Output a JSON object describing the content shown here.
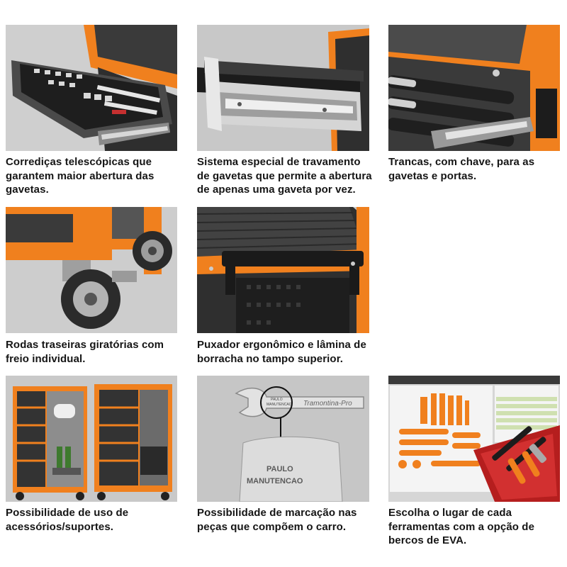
{
  "colors": {
    "orange": "#f0801e",
    "panel_bg": "#c9c9c9",
    "dark": "#2b2b2b",
    "text": "#151515"
  },
  "features": [
    {
      "id": "telescopic-slides",
      "icon": "drawer-open-illustration",
      "caption": [
        "Corrediças telescópicas que",
        "garantem maior abertura das",
        "gavetas."
      ]
    },
    {
      "id": "drawer-lock-system",
      "icon": "drawer-slide-illustration",
      "caption": [
        "Sistema especial de travamento",
        "de gavetas que permite a abertura",
        "de apenas uma gaveta por vez."
      ]
    },
    {
      "id": "key-locks",
      "icon": "lock-illustration",
      "caption": [
        "Trancas, com chave, para as",
        "gavetas e portas."
      ]
    },
    {
      "id": "swivel-wheels",
      "icon": "caster-wheel-illustration",
      "caption": [
        "Rodas traseiras giratórias com",
        "freio individual."
      ]
    },
    {
      "id": "ergonomic-handle",
      "icon": "handle-illustration",
      "caption": [
        "Puxador ergonômico e lâmina de",
        "borracha no tampo superior."
      ]
    },
    {
      "id": "accessories",
      "icon": "cart-accessories-illustration",
      "caption": [
        "Possibilidade de uso de",
        "acessórios/suportes."
      ]
    },
    {
      "id": "engraving",
      "icon": "engraved-wrench-illustration",
      "wrench_text": "Tramontina-Pro",
      "engrave_small": [
        "PAULO",
        "MANUTENCAO"
      ],
      "engrave_large": [
        "PAULO",
        "MANUTENCAO"
      ],
      "caption": [
        "Possibilidade de marcação nas",
        "peças que compõem o carro."
      ]
    },
    {
      "id": "eva-foam",
      "icon": "eva-foam-illustration",
      "caption": [
        "Escolha o lugar de cada",
        "ferramentas com a opção de",
        "bercos de EVA."
      ]
    }
  ]
}
